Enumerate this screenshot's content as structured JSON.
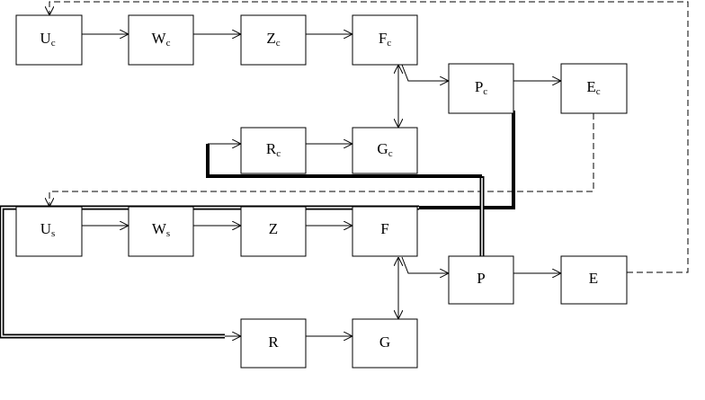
{
  "blocks": {
    "uc": {
      "main": "U",
      "sub": "c"
    },
    "wc": {
      "main": "W",
      "sub": "c"
    },
    "zc": {
      "main": "Z",
      "sub": "c"
    },
    "fc": {
      "main": "F",
      "sub": "c"
    },
    "pc": {
      "main": "P",
      "sub": "c"
    },
    "ec": {
      "main": "E",
      "sub": "c"
    },
    "rc": {
      "main": "R",
      "sub": "c"
    },
    "gc": {
      "main": "G",
      "sub": "c"
    },
    "us": {
      "main": "U",
      "sub": "s"
    },
    "ws": {
      "main": "W",
      "sub": "s"
    },
    "z": {
      "main": "Z",
      "sub": ""
    },
    "f": {
      "main": "F",
      "sub": ""
    },
    "p": {
      "main": "P",
      "sub": ""
    },
    "e": {
      "main": "E",
      "sub": ""
    },
    "r": {
      "main": "R",
      "sub": ""
    },
    "g": {
      "main": "G",
      "sub": ""
    }
  }
}
